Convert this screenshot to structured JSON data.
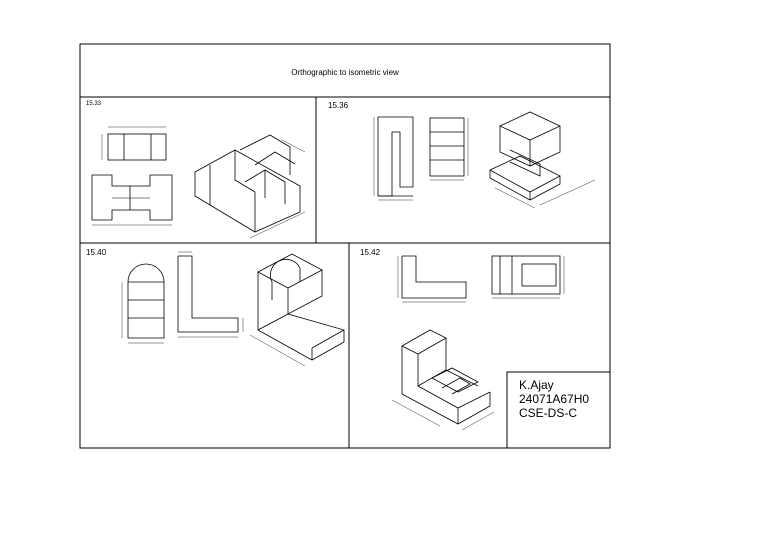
{
  "sheet": {
    "title": "Orthographic to isometric view"
  },
  "problems": [
    {
      "number": "15.33"
    },
    {
      "number": "15.36"
    },
    {
      "number": "15.40"
    },
    {
      "number": "15.42"
    }
  ],
  "signature": {
    "name": "K.Ajay",
    "roll": "24071A67H0",
    "section": "CSE-DS-C"
  }
}
